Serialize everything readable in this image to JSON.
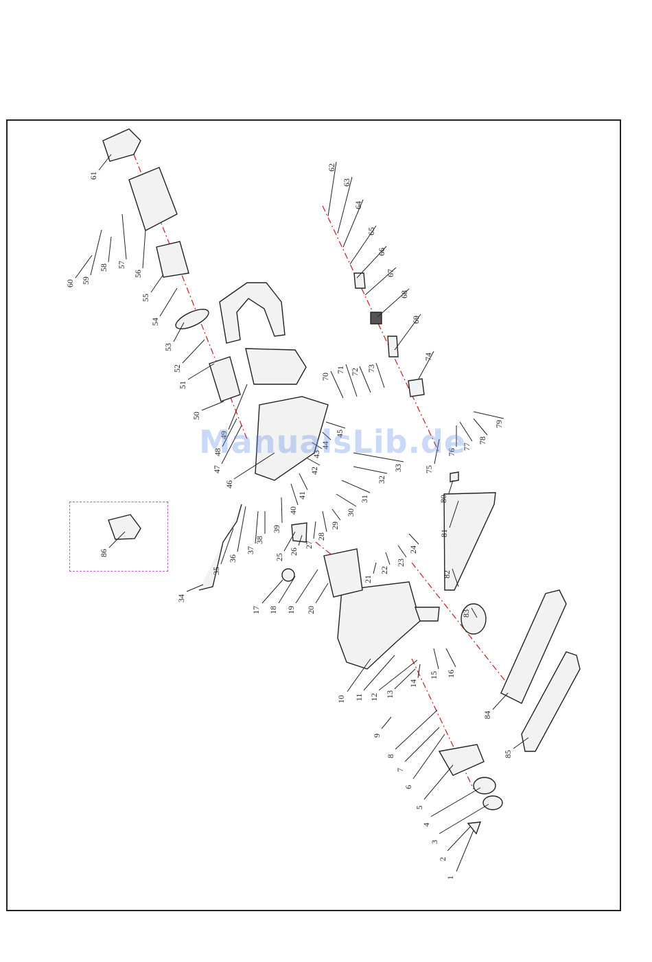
{
  "diagram": {
    "labels": [
      "1",
      "2",
      "3",
      "4",
      "5",
      "6",
      "7",
      "8",
      "9",
      "10",
      "11",
      "12",
      "13",
      "14",
      "15",
      "16",
      "17",
      "18",
      "19",
      "20",
      "21",
      "22",
      "23",
      "24",
      "25",
      "26",
      "27",
      "28",
      "29",
      "30",
      "31",
      "32",
      "33",
      "34",
      "35",
      "36",
      "37",
      "38",
      "39",
      "40",
      "41",
      "42",
      "43",
      "44",
      "45",
      "46",
      "47",
      "48",
      "49",
      "50",
      "51",
      "52",
      "53",
      "54",
      "55",
      "56",
      "57",
      "58",
      "59",
      "60",
      "61",
      "62",
      "63",
      "64",
      "65",
      "66",
      "67",
      "68",
      "69",
      "70",
      "71",
      "72",
      "73",
      "74",
      "75",
      "76",
      "77",
      "78",
      "79",
      "80",
      "81",
      "82",
      "83",
      "84",
      "85",
      "86"
    ],
    "accessory_label": "86"
  },
  "watermark": "ManualsLib.de",
  "colors": {
    "frame": "#222222",
    "axis": "#d0252a",
    "accessory_border": "#c15bc8",
    "watermark": "#5a8ce6"
  }
}
